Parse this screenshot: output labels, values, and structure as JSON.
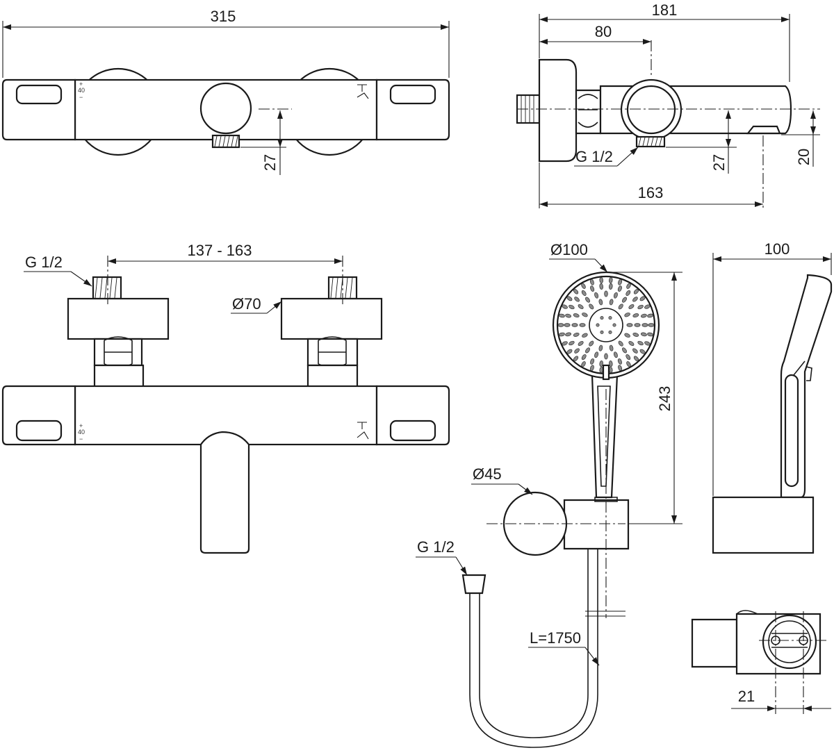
{
  "dimensions": {
    "front_width": "315",
    "front_outlet_height": "27",
    "side_total": "181",
    "side_to_axis": "80",
    "side_outlet_thread": "G 1/2",
    "side_outlet_height": "27",
    "side_spout_height": "20",
    "side_depth": "163",
    "inlet_thread": "G 1/2",
    "inlet_spacing": "137 - 163",
    "rosette_diameter": "Ø70",
    "handshower_diameter": "Ø100",
    "handshower_length": "243",
    "holder_diameter": "Ø45",
    "hose_thread": "G 1/2",
    "hose_length": "L=1750",
    "handshower_side_width": "100",
    "holder_offset": "21"
  },
  "handle_scale": {
    "plus": "+",
    "value": "40",
    "minus": "−"
  }
}
